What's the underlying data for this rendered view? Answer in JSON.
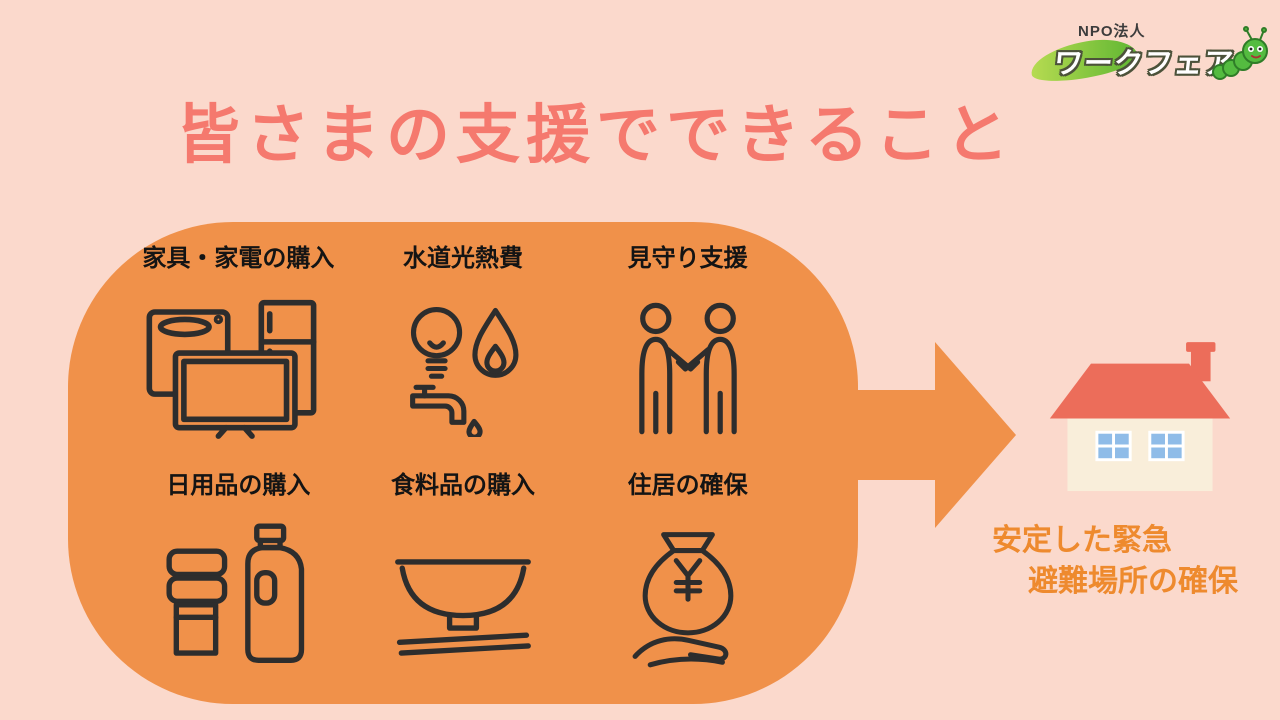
{
  "page": {
    "title": "皆さまの支援でできること"
  },
  "logo": {
    "org_type": "NPO法人",
    "org_name": "ワークフェア",
    "mascot": "caterpillar-icon"
  },
  "capsule": {
    "items": [
      {
        "label": "家具・家電の購入",
        "icon": "appliances-icon"
      },
      {
        "label": "水道光熱費",
        "icon": "utilities-icon"
      },
      {
        "label": "見守り支援",
        "icon": "handshake-icon"
      },
      {
        "label": "日用品の購入",
        "icon": "daily-goods-icon"
      },
      {
        "label": "食料品の購入",
        "icon": "rice-bowl-icon"
      },
      {
        "label": "住居の確保",
        "icon": "money-bag-hand-icon"
      }
    ]
  },
  "result": {
    "line1": "安定した緊急",
    "line2": "避難場所の確保",
    "illustration": "house-icon"
  },
  "colors": {
    "background": "#fbd9cc",
    "title": "#f5796e",
    "capsule": "#f0914a",
    "arrow": "#f0914a",
    "result_text": "#ee8a2e",
    "house_roof": "#ec6d5a",
    "house_wall": "#f9eeda",
    "house_window": "#8fbce8",
    "icon_stroke": "#2d2d2d"
  }
}
